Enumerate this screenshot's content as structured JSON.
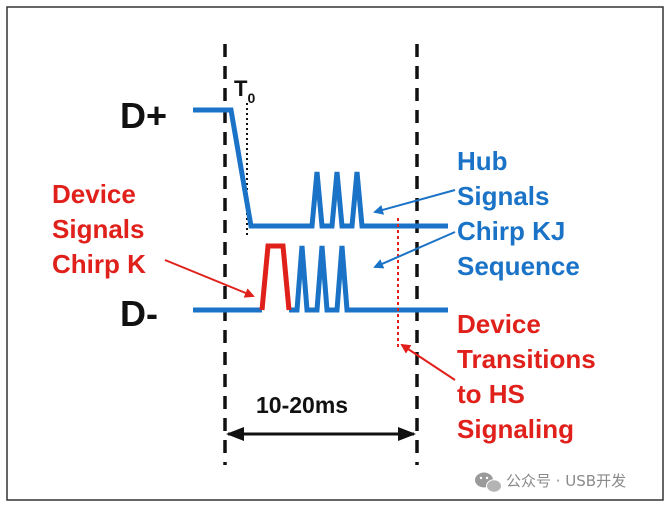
{
  "colors": {
    "blue": "#1a73c6",
    "red": "#e0201a",
    "black": "#111111",
    "border": "#333333"
  },
  "labels": {
    "d_plus": "D+",
    "d_minus": "D-",
    "t0_main": "T",
    "t0_sub": "0",
    "duration": "10-20ms",
    "hub_lines": [
      "Hub",
      "Signals",
      "Chirp KJ",
      "Sequence"
    ],
    "device_chirp_lines": [
      "Device",
      "Signals",
      "Chirp K"
    ],
    "device_transition_lines": [
      "Device",
      "Transitions",
      "to HS",
      "Signaling"
    ]
  },
  "watermark": {
    "icon": "wechat-icon",
    "text": "公众号 · USB开发"
  }
}
